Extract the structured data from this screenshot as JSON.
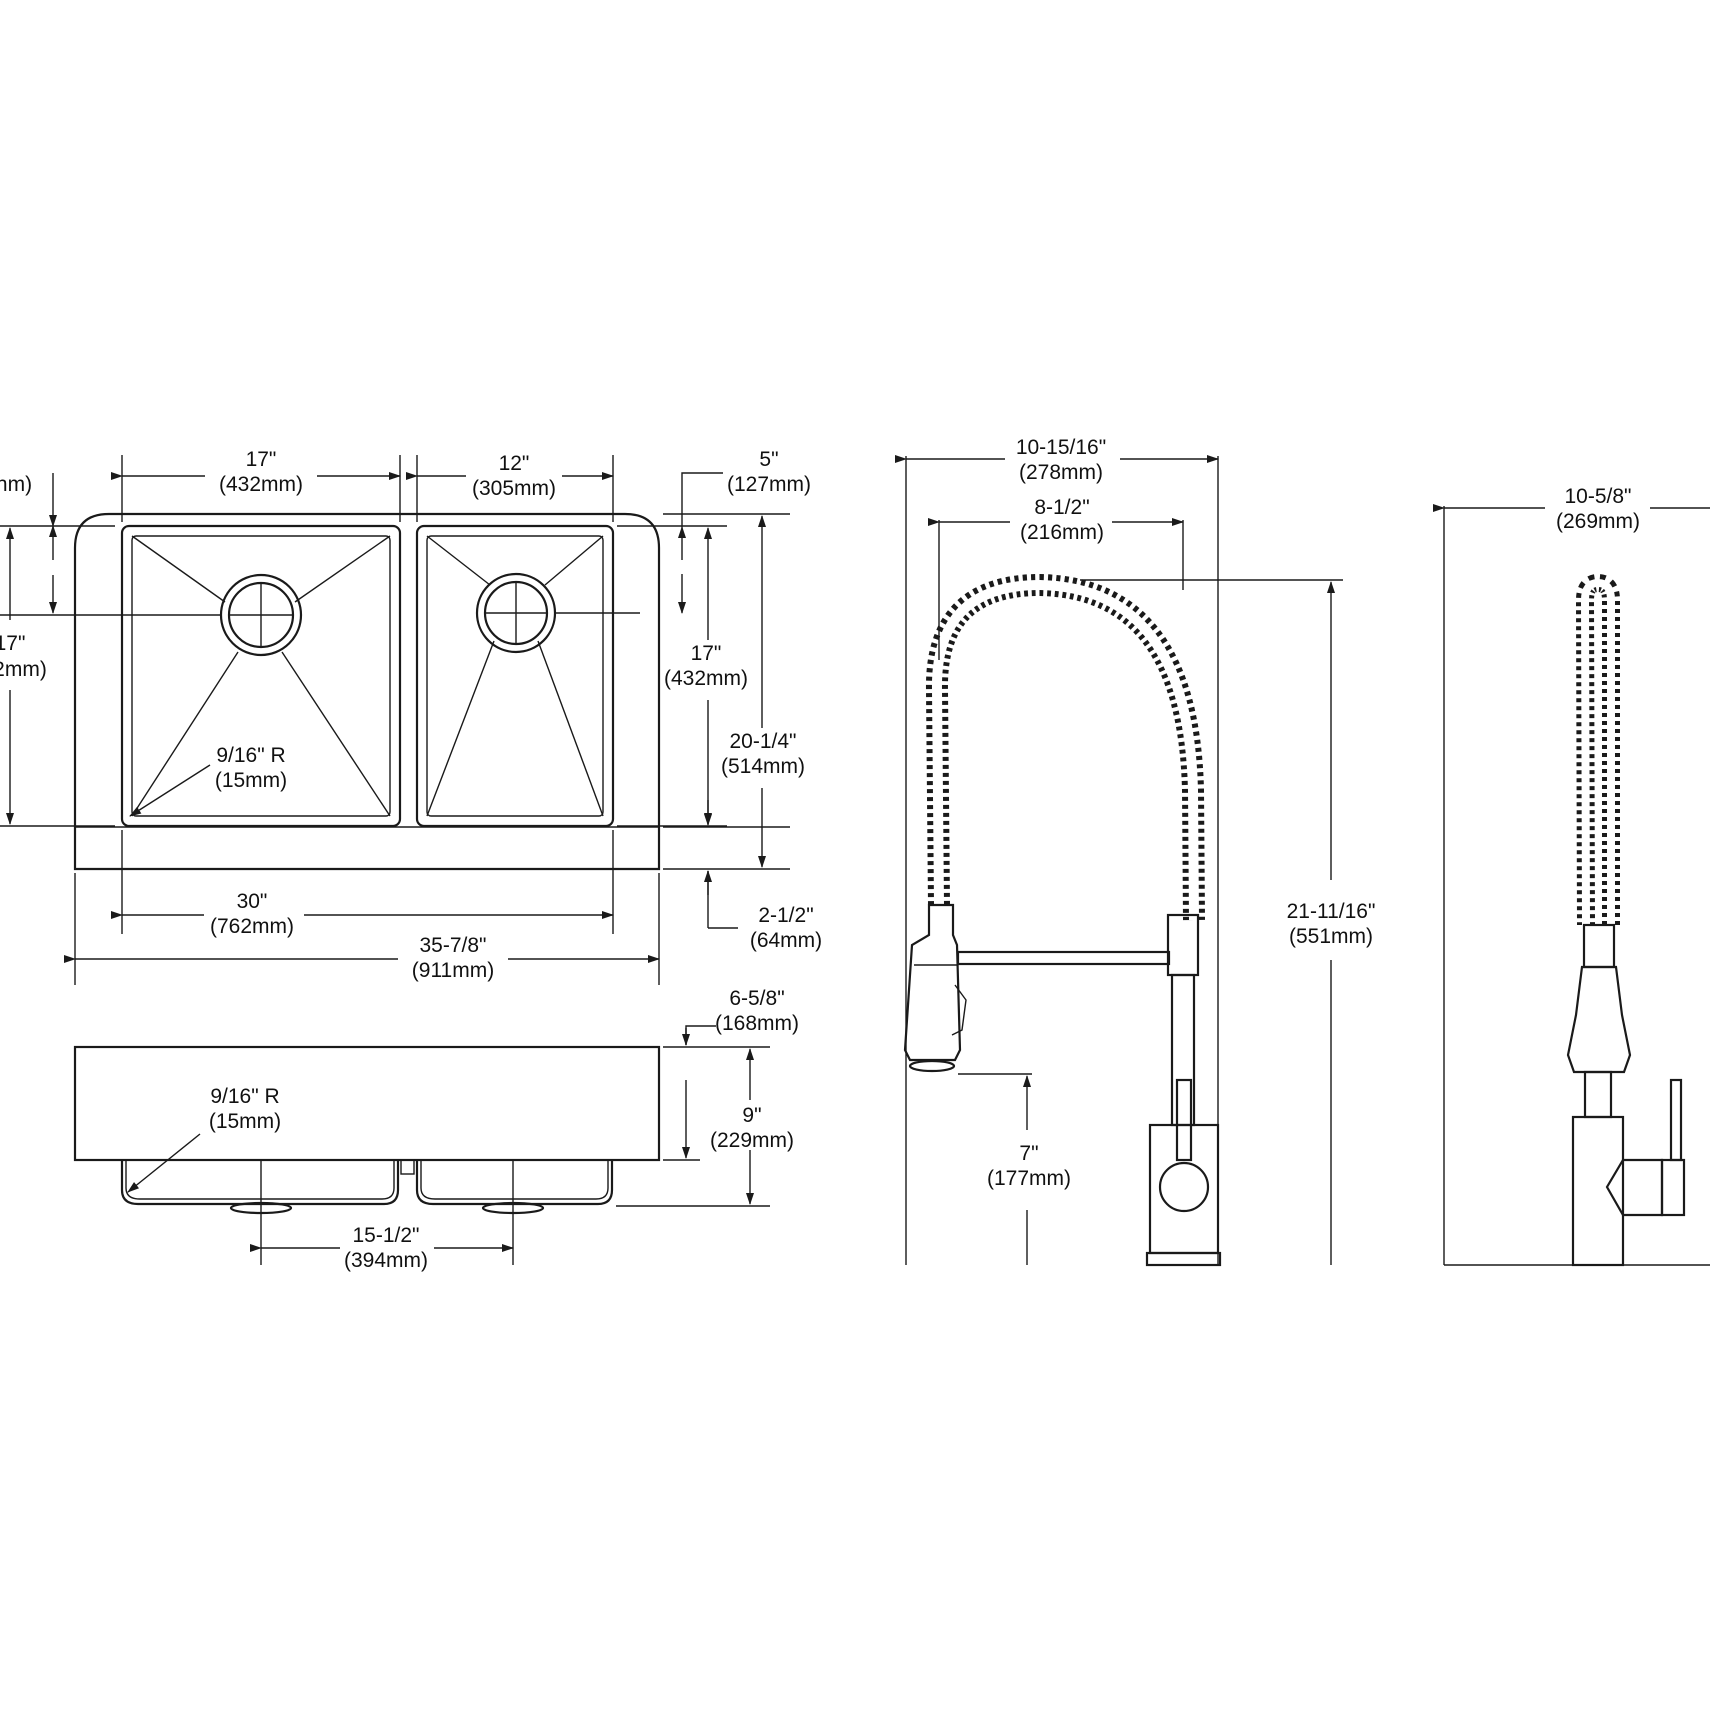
{
  "sink_top_view": {
    "left_bowl_width": {
      "in": "17\"",
      "mm": "(432mm)"
    },
    "right_bowl_width": {
      "in": "12\"",
      "mm": "(305mm)"
    },
    "drain_offset": {
      "in": "5\"",
      "mm": "(127mm)"
    },
    "left_edge_partial_mm": "nm)",
    "left_bowl_depth_partial": {
      "in": "17\"",
      "mm": "2mm)"
    },
    "right_bowl_depth": {
      "in": "17\"",
      "mm": "(432mm)"
    },
    "overall_depth": {
      "in": "20-1/4\"",
      "mm": "(514mm)"
    },
    "corner_radius": {
      "in": "9/16\" R",
      "mm": "(15mm)"
    },
    "bowls_span": {
      "in": "30\"",
      "mm": "(762mm)"
    },
    "front_rim": {
      "in": "2-1/2\"",
      "mm": "(64mm)"
    },
    "overall_width": {
      "in": "35-7/8\"",
      "mm": "(911mm)"
    }
  },
  "sink_front_view": {
    "apron_height": {
      "in": "6-5/8\"",
      "mm": "(168mm)"
    },
    "corner_radius": {
      "in": "9/16\" R",
      "mm": "(15mm)"
    },
    "overall_height": {
      "in": "9\"",
      "mm": "(229mm)"
    },
    "drain_spacing": {
      "in": "15-1/2\"",
      "mm": "(394mm)"
    }
  },
  "faucet_front_view": {
    "overall_reach_partial": {
      "in": "10-15/16\"",
      "mm": "(278mm)"
    },
    "spout_reach": {
      "in": "8-1/2\"",
      "mm": "(216mm)"
    },
    "spout_clearance": {
      "in": "7\"",
      "mm": "(177mm)"
    },
    "overall_height": {
      "in": "21-11/16\"",
      "mm": "(551mm)"
    }
  },
  "faucet_side_view": {
    "overall_depth": {
      "in": "10-5/8\"",
      "mm": "(269mm)"
    }
  }
}
